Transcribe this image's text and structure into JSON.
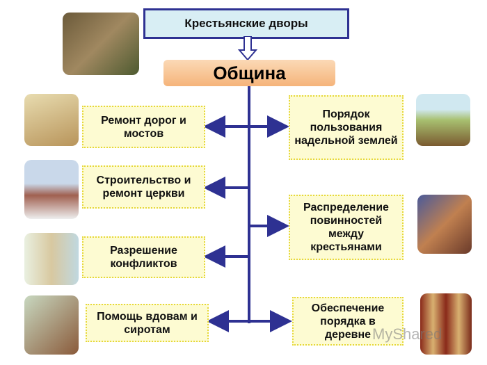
{
  "title": "Крестьянские дворы",
  "center": "Община",
  "left_items": [
    "Ремонт дорог и мостов",
    "Строительство и ремонт церкви",
    "Разрешение конфликтов",
    "Помощь вдовам и сиротам"
  ],
  "right_items": [
    "Порядок пользования надельной землей",
    "Распределение повинностей между крестьянами",
    "Обеспечение порядка в деревне"
  ],
  "watermark": "MyShared",
  "colors": {
    "line": "#2e3192",
    "box": "#fdfbd2",
    "title_bg": "#d8eef4",
    "center_bg": "#f5b47a"
  }
}
